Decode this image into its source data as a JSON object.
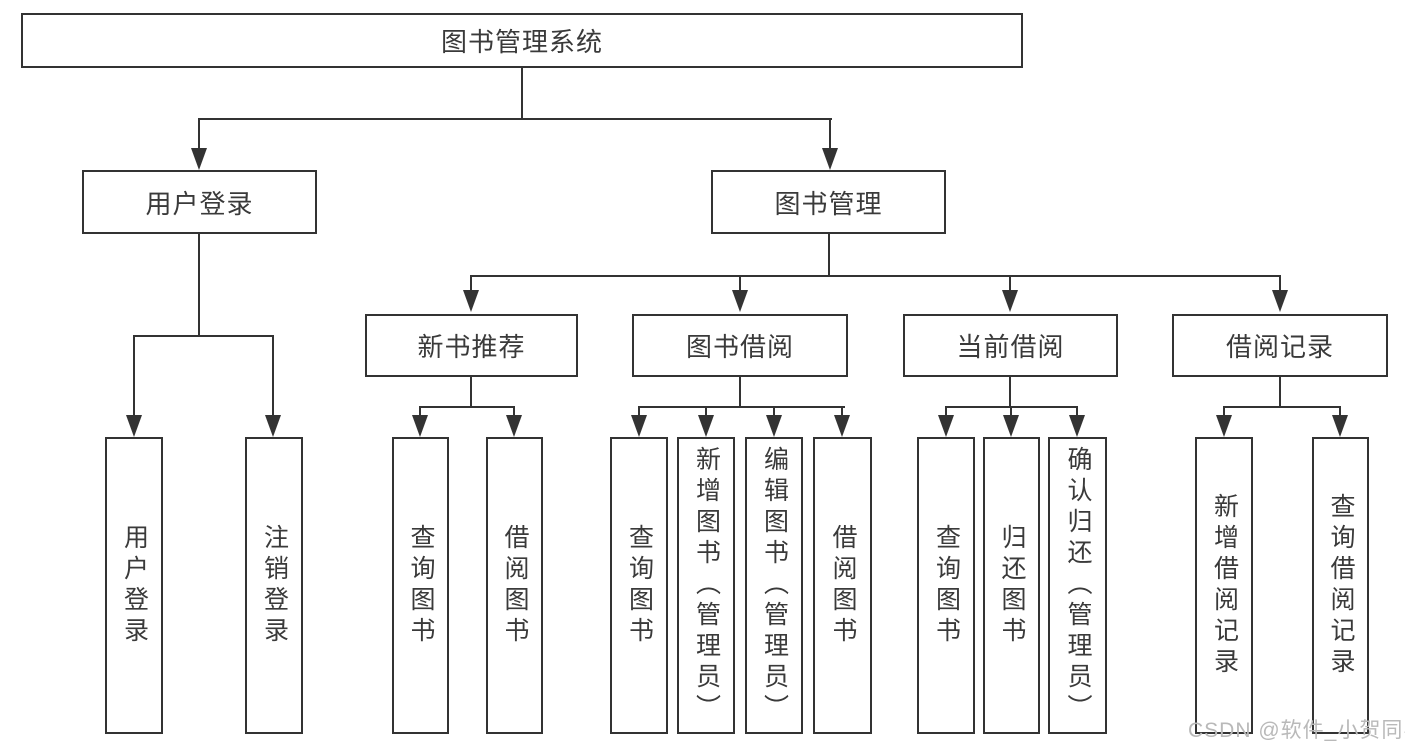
{
  "diagram": {
    "type": "tree",
    "tree": {
      "label": "图书管理系统",
      "children": [
        {
          "label": "用户登录",
          "children": [
            {
              "label": "用户登录"
            },
            {
              "label": "注销登录"
            }
          ]
        },
        {
          "label": "图书管理",
          "children": [
            {
              "label": "新书推荐",
              "children": [
                {
                  "label": "查询图书"
                },
                {
                  "label": "借阅图书"
                }
              ]
            },
            {
              "label": "图书借阅",
              "children": [
                {
                  "label": "查询图书"
                },
                {
                  "label": "新增图书（管理员）"
                },
                {
                  "label": "编辑图书（管理员）"
                },
                {
                  "label": "借阅图书"
                }
              ]
            },
            {
              "label": "当前借阅",
              "children": [
                {
                  "label": "查询图书"
                },
                {
                  "label": "归还图书"
                },
                {
                  "label": "确认归还（管理员）"
                }
              ]
            },
            {
              "label": "借阅记录",
              "children": [
                {
                  "label": "新增借阅记录"
                },
                {
                  "label": "查询借阅记录"
                }
              ]
            }
          ]
        }
      ]
    },
    "watermark": "CSDN @软件_小贺同学",
    "colors": {
      "line": "#333333",
      "text": "#3a3a3a",
      "watermark": "#b9b9b9",
      "background": "#ffffff"
    }
  }
}
